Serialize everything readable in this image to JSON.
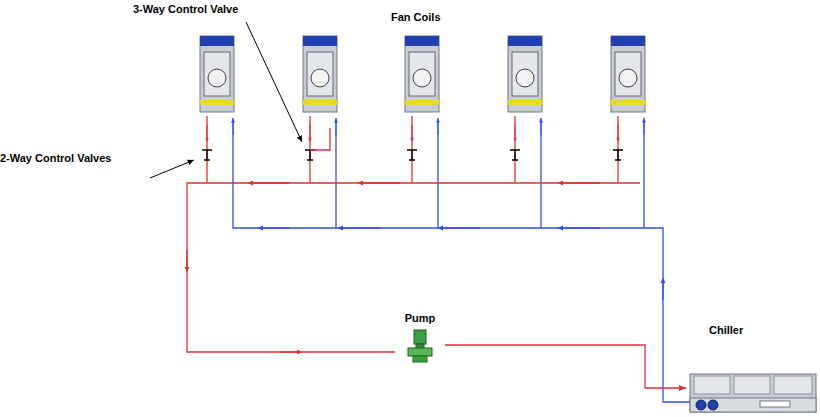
{
  "diagram": {
    "nodes": [
      {
        "text": [
          "Pump"
        ]
      },
      {
        "text": [
          "Chiller"
        ]
      }
    ],
    "edges": [
      {
        "from": 0,
        "to": 1,
        "arrow": "to"
      }
    ],
    "labels": [
      "3-Way Control Valve",
      "Fan Coils",
      "2-Way Control Valves"
    ]
  }
}
